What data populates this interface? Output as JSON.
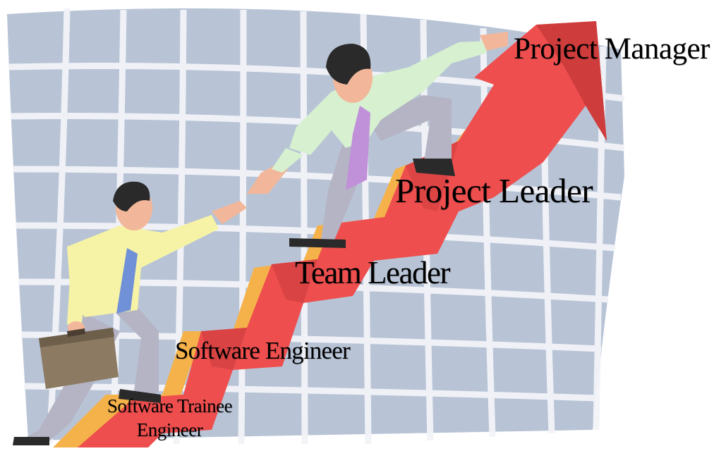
{
  "labels": {
    "project_manager": "Project Manager",
    "project_leader": "Project Leader",
    "team_leader": "Team Leader",
    "software_engineer": "Software Engineer",
    "software_trainee_line1": "Software Trainee",
    "software_trainee_line2": "Engineer"
  },
  "colors": {
    "grid_background": "#b8c4d6",
    "grid_lines": "#f2f4f8",
    "arrow_main": "#ee4e4e",
    "arrow_dark": "#c83a3a",
    "arrow_shadow": "#f5b24a",
    "shirt_lower_person": "#f6f2a6",
    "shirt_upper_person": "#d6f0d0",
    "trousers": "#b4b4c4",
    "hair": "#2a2a2a",
    "skin": "#f2b79a",
    "briefcase": "#8c7a62",
    "tie_lower": "#7090d8",
    "tie_upper": "#c090d8"
  },
  "icons": [
    "career-ladder-arrow",
    "businessman-climbing-icon",
    "businessman-helping-icon",
    "briefcase-icon"
  ]
}
